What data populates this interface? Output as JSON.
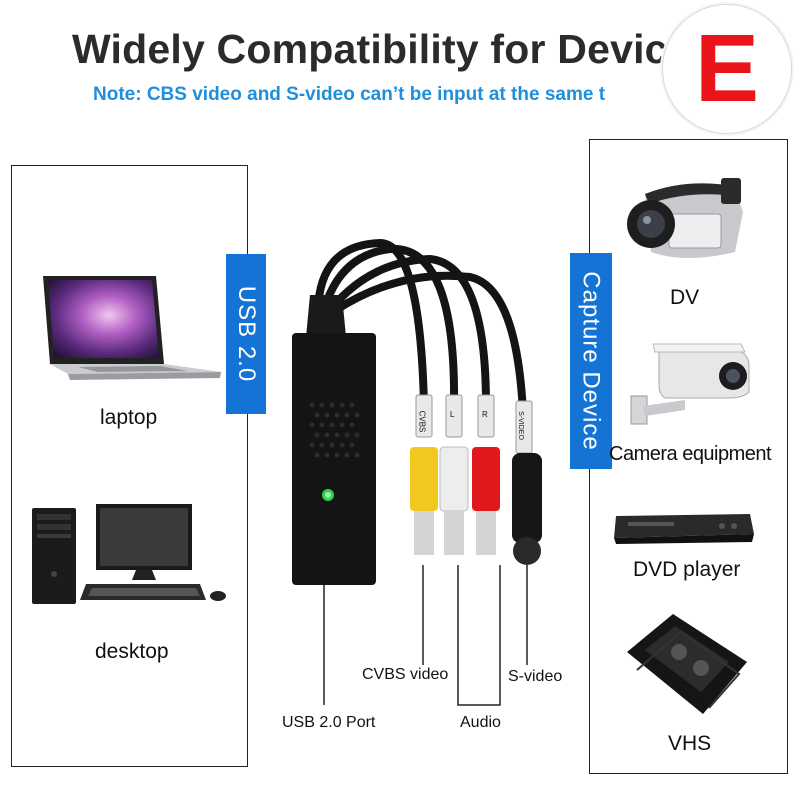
{
  "header": {
    "title": "Widely Compatibility for Devic",
    "note": "Note: CBS video and S-video can’t be input at the same t"
  },
  "badge": {
    "letter": "E",
    "color": "#e9151a"
  },
  "left_panel": {
    "tab_label": "USB 2.0",
    "items": [
      {
        "label": "laptop",
        "icon": "laptop-icon"
      },
      {
        "label": "desktop",
        "icon": "desktop-computer-icon"
      }
    ]
  },
  "right_panel": {
    "tab_label": "Capture Device",
    "items": [
      {
        "label": "DV",
        "icon": "camcorder-icon"
      },
      {
        "label": "Camera equipment",
        "icon": "security-camera-icon"
      },
      {
        "label": "DVD player",
        "icon": "dvd-player-icon"
      },
      {
        "label": "VHS",
        "icon": "vhs-tapes-icon"
      }
    ]
  },
  "adapter": {
    "plug_tags": [
      "CVBS",
      "L",
      "R",
      "S-VIDEO"
    ],
    "callouts": {
      "usb_port": "USB 2.0 Port",
      "cvbs": "CVBS video",
      "audio": "Audio",
      "svideo": "S-video"
    }
  },
  "colors": {
    "accent_blue": "#1474d6",
    "note_blue": "#1f8fdc"
  }
}
